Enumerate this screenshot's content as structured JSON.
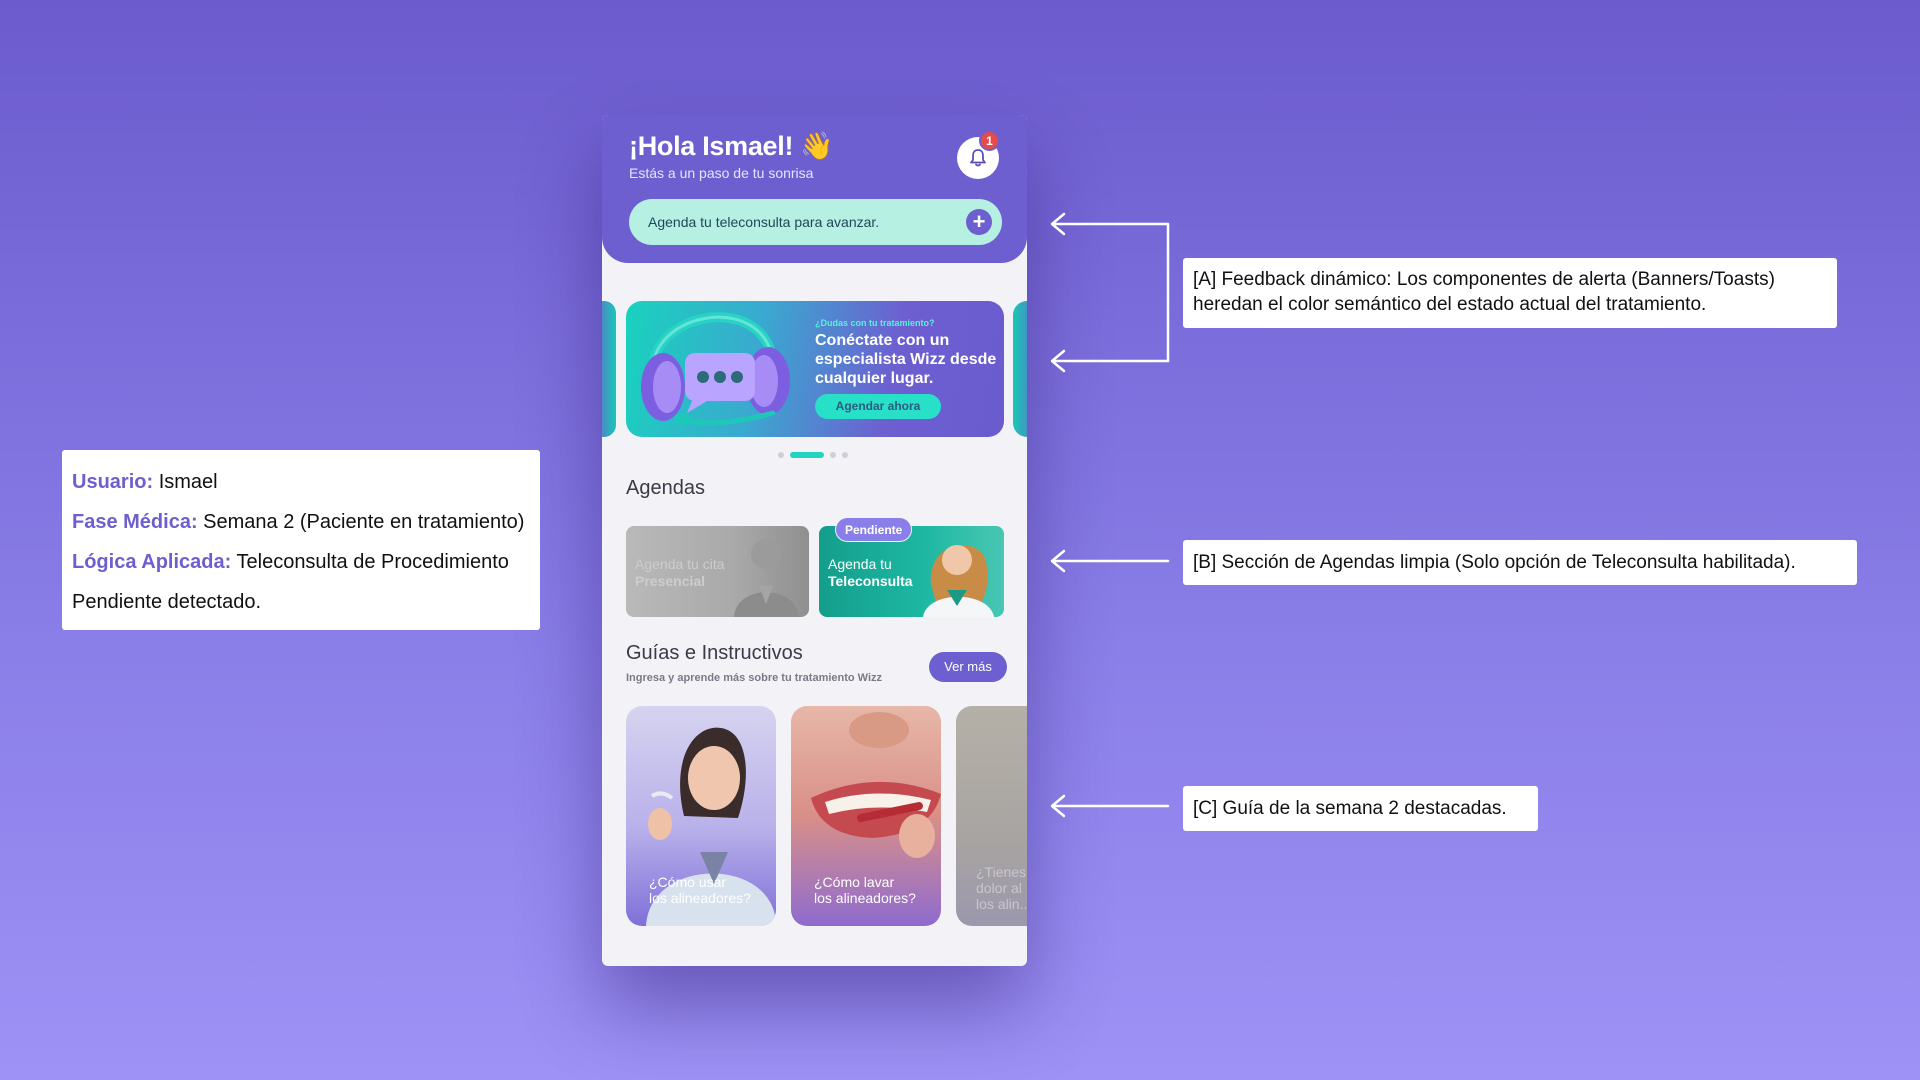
{
  "header": {
    "greeting": "¡Hola Ismael!",
    "greeting_emoji": "👋",
    "subtitle": "Estás a un paso de tu sonrisa",
    "notification_count": "1"
  },
  "alert_banner": {
    "text": "Agenda tu teleconsulta para avanzar.",
    "plus": "+"
  },
  "promo": {
    "eyebrow": "¿Dudas con tu tratamiento?",
    "title": "Conéctate con un especialista Wizz desde cualquier lugar.",
    "cta": "Agendar ahora",
    "active_slide": 2,
    "total_slides": 4
  },
  "agendas": {
    "title": "Agendas",
    "presencial": {
      "line1": "Agenda tu cita",
      "line2": "Presencial"
    },
    "teleconsulta": {
      "line1": "Agenda tu",
      "line2": "Teleconsulta",
      "badge": "Pendiente"
    }
  },
  "guides": {
    "title": "Guías e Instructivos",
    "subtitle": "Ingresa y aprende más sobre tu tratamiento Wizz",
    "see_more": "Ver más",
    "items": [
      {
        "line1": "¿Cómo usar",
        "line2": "los alineadores?"
      },
      {
        "line1": "¿Cómo lavar",
        "line2": "los alineadores?"
      },
      {
        "line1": "¿Tienes",
        "line2": "dolor al",
        "line3": "los alin..."
      }
    ]
  },
  "annotations": {
    "a": "[A] Feedback dinámico: Los componentes de alerta (Banners/Toasts) heredan el color semántico del estado actual del tratamiento.",
    "b": "[B] Sección de Agendas limpia (Solo opción de Teleconsulta habilitada).",
    "c": "[C] Guía de la semana 2 destacadas."
  },
  "user_info": {
    "user_label": "Usuario:",
    "user_value": "Ismael",
    "phase_label": "Fase Médica:",
    "phase_value": "Semana 2 (Paciente en tratamiento)",
    "logic_label": "Lógica Aplicada:",
    "logic_value": "Teleconsulta de Procedimiento",
    "logic_value_2": "Pendiente detectado."
  },
  "colors": {
    "primary": "#6d5fd0",
    "accent_teal": "#22d3c0",
    "alert_bg": "#b5f0e2",
    "badge_red": "#e54b4b"
  }
}
